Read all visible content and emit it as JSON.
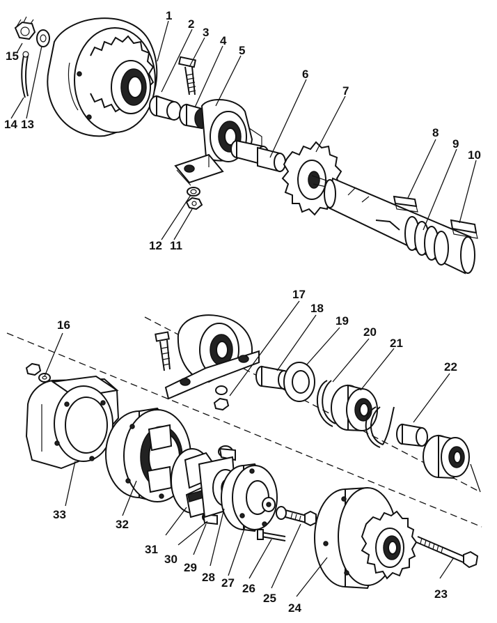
{
  "labels": {
    "l1": "1",
    "l2": "2",
    "l3": "3",
    "l4": "4",
    "l5": "5",
    "l6": "6",
    "l7": "7",
    "l8": "8",
    "l9": "9",
    "l10": "10",
    "l11": "11",
    "l12": "12",
    "l13": "13",
    "l14": "14",
    "l15": "15",
    "l16": "16",
    "l17": "17",
    "l18": "18",
    "l19": "19",
    "l20": "20",
    "l21": "21",
    "l22": "22",
    "l23": "23",
    "l24": "24",
    "l25": "25",
    "l26": "26",
    "l27": "27",
    "l28": "28",
    "l29": "29",
    "l30": "30",
    "l31": "31",
    "l32": "32",
    "l33": "33"
  }
}
